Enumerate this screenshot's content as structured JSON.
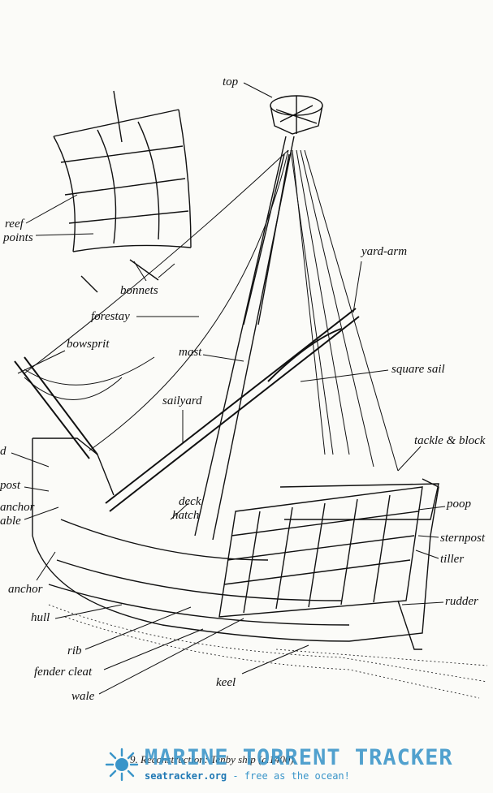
{
  "labels": {
    "top": "top",
    "reef_points_1": "reef",
    "reef_points_2": "points",
    "bonnets": "bonnets",
    "yard_arm": "yard-arm",
    "forestay": "forestay",
    "bowsprit": "bowsprit",
    "mast": "mast",
    "square_sail": "square sail",
    "sailyard": "sailyard",
    "tackle_block": "tackle & block",
    "forecastle_partial": "d",
    "stempost_partial": "post",
    "anchor_cable_1": "anchor",
    "anchor_cable_2": "able",
    "deck_hatch_1": "deck",
    "deck_hatch_2": "hatch",
    "poop": "poop",
    "sternpost": "sternpost",
    "tiller": "tiller",
    "anchor": "anchor",
    "rudder": "rudder",
    "hull": "hull",
    "rib": "rib",
    "fender_cleat": "fender cleat",
    "keel": "keel",
    "wale": "wale"
  },
  "caption": "9. Reconstruction: Tenby ship (c.1400).",
  "watermark": {
    "title": "MARINE TORRENT TRACKER",
    "url_prefix": "seatracker.org",
    "url_suffix": " - free as the ocean!",
    "color": "#3a95c9",
    "icon": "sun-logo-icon"
  }
}
